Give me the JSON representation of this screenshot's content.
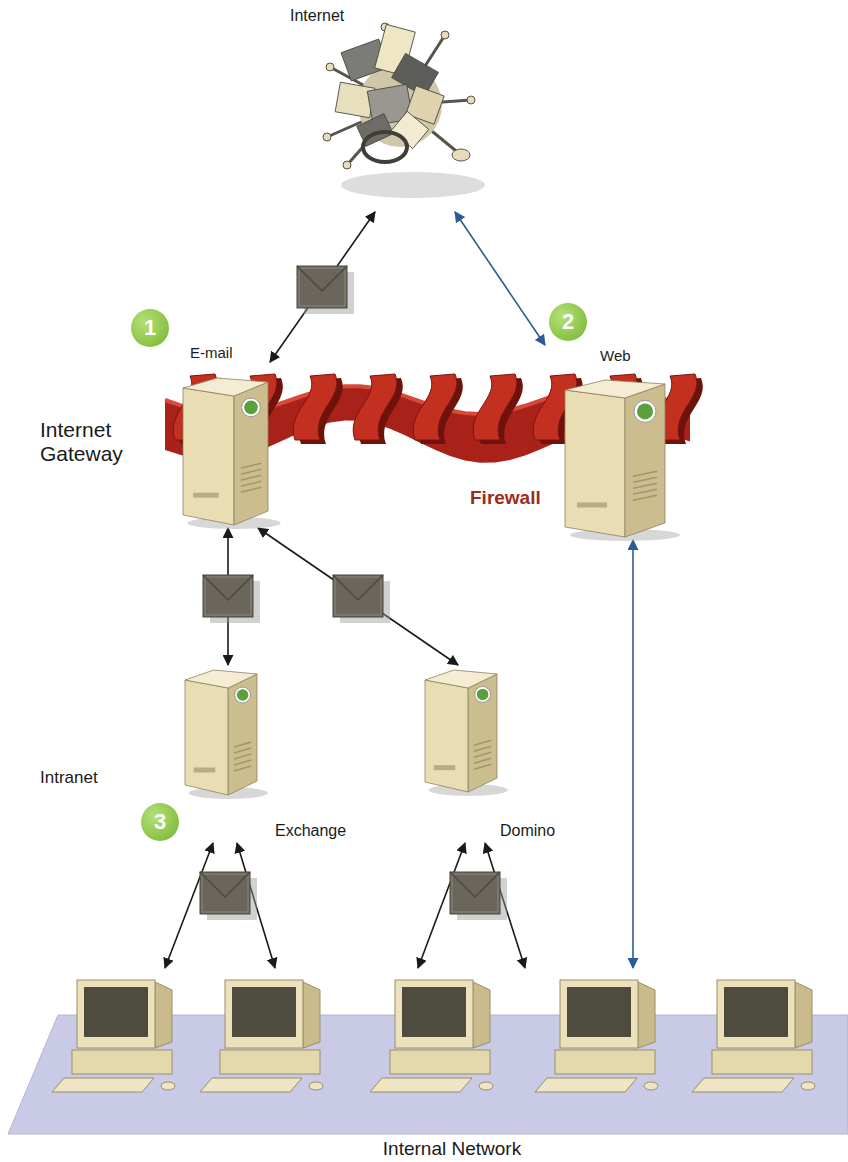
{
  "diagram": {
    "nodes": [
      {
        "text": [
          "Internet"
        ]
      },
      {
        "text": [
          "Internet Gateway"
        ]
      },
      {
        "text": [
          "Web"
        ]
      },
      {
        "text": [
          "Exchange"
        ]
      },
      {
        "text": [
          "Domino"
        ]
      },
      {
        "text": [
          "Internal Network"
        ]
      }
    ],
    "edges": [
      {
        "from": 1,
        "to": 0,
        "arrow": "both"
      },
      {
        "from": 2,
        "to": 0,
        "arrow": "both"
      },
      {
        "from": 1,
        "to": 3,
        "arrow": "both"
      },
      {
        "from": 1,
        "to": 4,
        "arrow": "both"
      },
      {
        "from": 3,
        "to": 5,
        "arrow": "both"
      },
      {
        "from": 3,
        "to": 5,
        "arrow": "both"
      },
      {
        "from": 4,
        "to": 5,
        "arrow": "both"
      },
      {
        "from": 4,
        "to": 5,
        "arrow": "both"
      },
      {
        "from": 2,
        "to": 5,
        "arrow": "both"
      }
    ],
    "labels": [
      "1",
      "E-mail",
      "2",
      "Firewall",
      "Intranet",
      "3"
    ]
  }
}
